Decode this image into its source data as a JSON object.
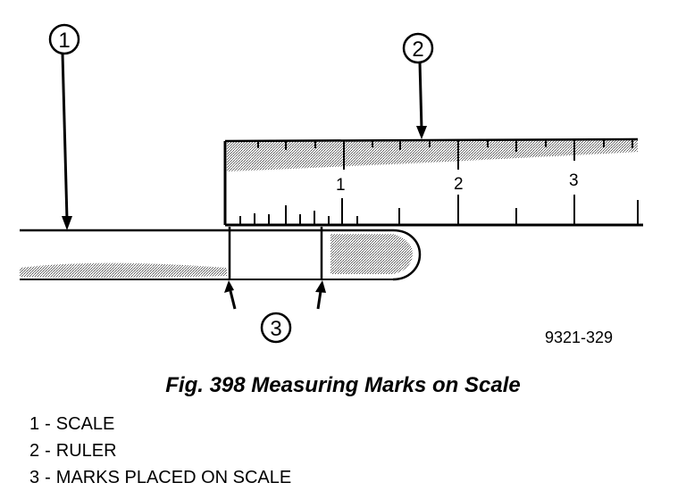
{
  "callouts": [
    "1",
    "2",
    "3"
  ],
  "ruler_numbers": [
    "1",
    "2",
    "3"
  ],
  "figure_id": "9321-329",
  "caption": "Fig. 398 Measuring Marks on Scale",
  "legend": [
    {
      "num": "1",
      "sep": "-",
      "label": "SCALE"
    },
    {
      "num": "2",
      "sep": "-",
      "label": "RULER"
    },
    {
      "num": "3",
      "sep": "-",
      "label": "MARKS PLACED ON SCALE"
    }
  ]
}
